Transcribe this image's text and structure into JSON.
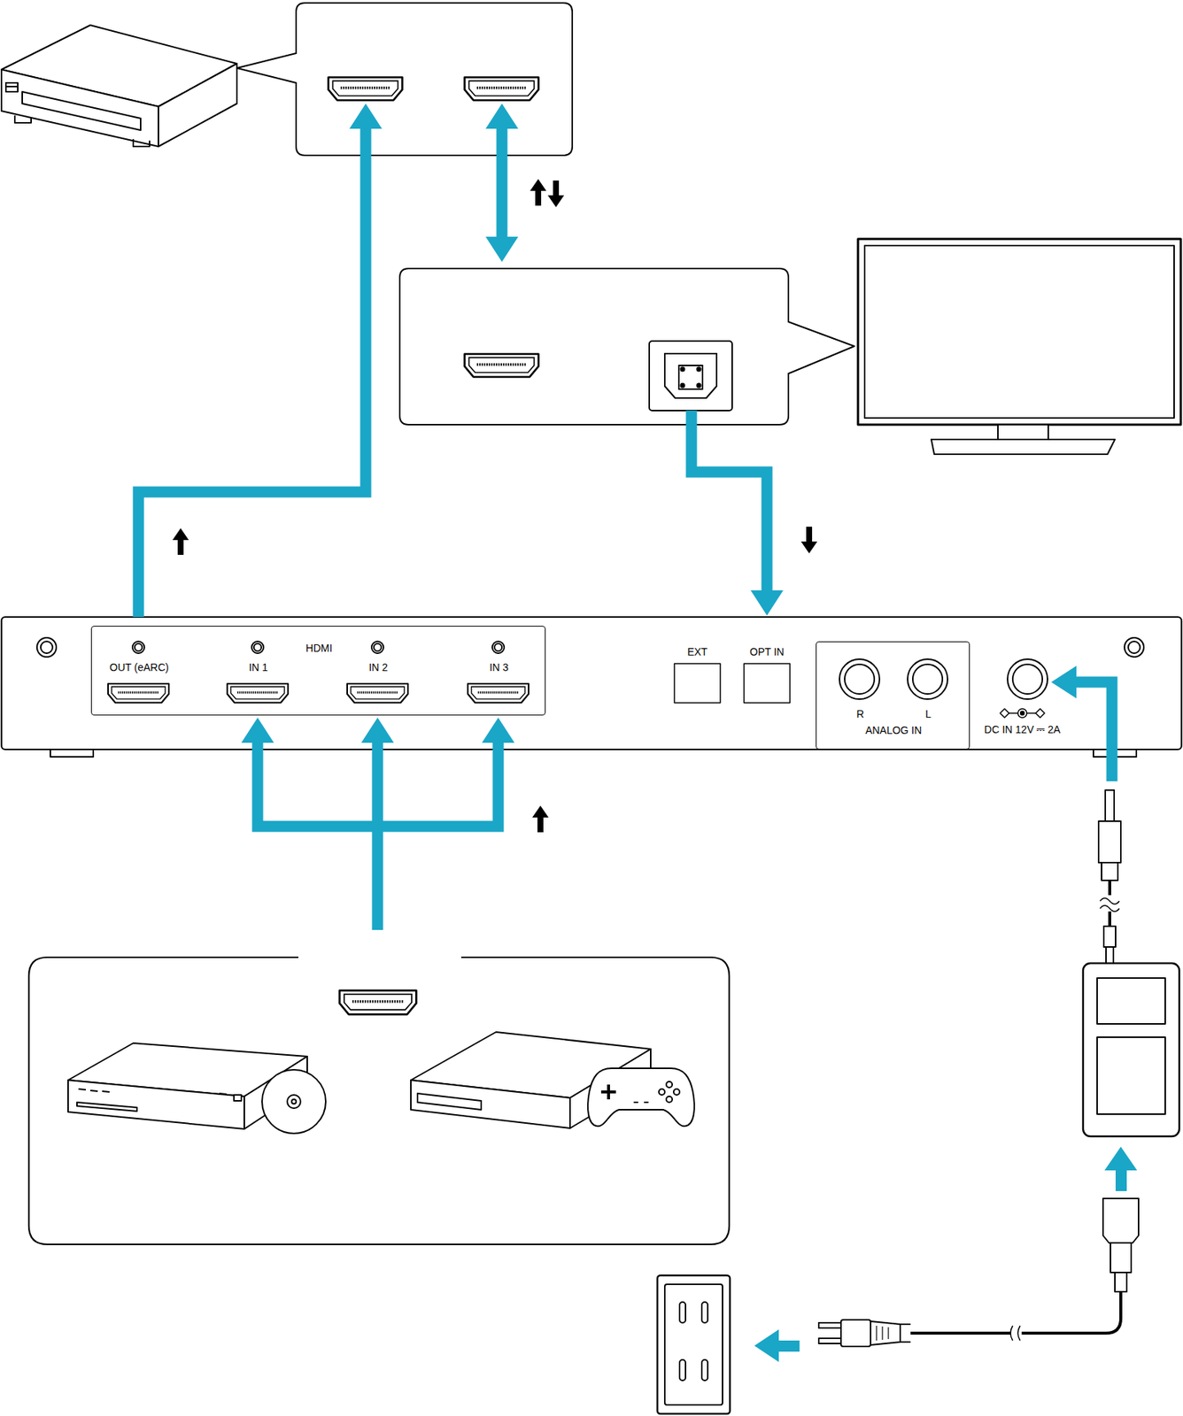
{
  "diagram": {
    "nodes": [
      {
        "text": [
          "HDMI"
        ]
      },
      {
        "text": [
          "OUT (eARC)"
        ],
        "in": 0
      },
      {
        "text": [
          "IN 1"
        ],
        "in": 0
      },
      {
        "text": [
          "IN 2"
        ],
        "in": 0
      },
      {
        "text": [
          "IN 3"
        ],
        "in": 0
      },
      {
        "text": [
          "EXT"
        ]
      },
      {
        "text": [
          "OPT IN"
        ]
      },
      {
        "text": [
          "ANALOG IN"
        ]
      },
      {
        "text": [
          "R"
        ],
        "in": 7
      },
      {
        "text": [
          "L"
        ],
        "in": 7
      },
      {
        "text": [
          "DC IN 12V ⎓ 2A"
        ]
      }
    ]
  }
}
